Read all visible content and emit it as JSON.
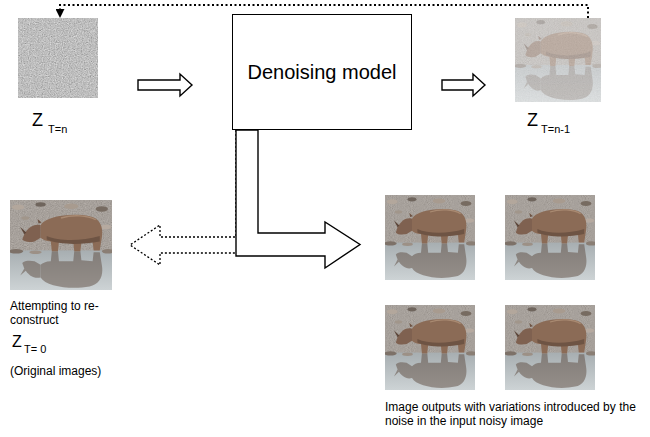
{
  "diagram": {
    "nodes": [
      {
        "text": [
          "Z",
          "T=n"
        ]
      },
      {
        "text": [
          "Denoising model"
        ]
      },
      {
        "text": [
          "Z",
          "T=n-1"
        ]
      },
      {
        "text": [
          "Attempting to re-construct",
          "Z",
          "T= 0",
          "(Original images)"
        ]
      },
      {
        "text": [
          "Image outputs with variations introduced by the noise in the input noisy image"
        ]
      }
    ],
    "edges": [
      {
        "from": 0,
        "to": 1,
        "arrow": "to"
      },
      {
        "from": 1,
        "to": 2,
        "arrow": "to"
      },
      {
        "from": 2,
        "to": 0,
        "arrow": "to"
      },
      {
        "from": 1,
        "to": 3,
        "arrow": "to"
      },
      {
        "from": 1,
        "to": 4,
        "arrow": "to"
      }
    ]
  }
}
